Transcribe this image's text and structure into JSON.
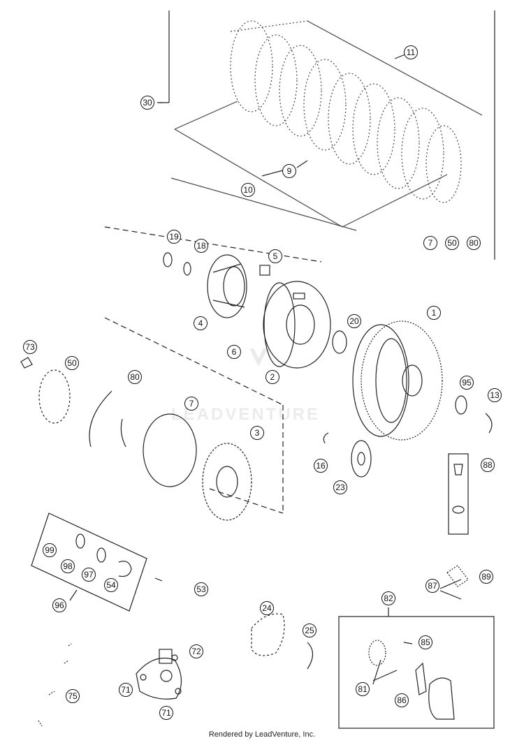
{
  "diagram": {
    "callouts": {
      "c11": "11",
      "c30": "30",
      "c9": "9",
      "c10": "10",
      "c7a": "7",
      "c50a": "50",
      "c80a": "80",
      "c19": "19",
      "c18": "18",
      "c5": "5",
      "c4": "4",
      "c6": "6",
      "c2": "2",
      "c20": "20",
      "c1": "1",
      "c95": "95",
      "c13": "13",
      "c73": "73",
      "c50": "50",
      "c80": "80",
      "c7": "7",
      "c3": "3",
      "c16": "16",
      "c23": "23",
      "c88": "88",
      "c99": "99",
      "c98": "98",
      "c97": "97",
      "c54": "54",
      "c96": "96",
      "c53": "53",
      "c87": "87",
      "c89": "89",
      "c82": "82",
      "c24": "24",
      "c25": "25",
      "c85": "85",
      "c72": "72",
      "c71a": "71",
      "c71b": "71",
      "c75": "75",
      "c81": "81",
      "c86": "86"
    },
    "watermark": "LEADVENTURE",
    "footer": "Rendered by LeadVenture, Inc."
  }
}
